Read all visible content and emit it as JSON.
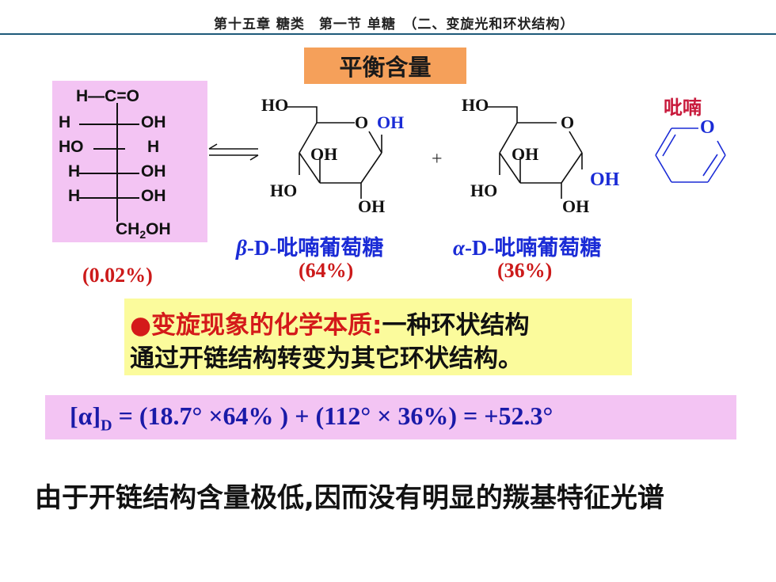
{
  "header": {
    "text": "第十五章 糖类　第一节 单糖　（二、变旋光和环状结构）"
  },
  "title": "平衡含量",
  "chain": {
    "rows": [
      "H—C=O",
      "H",
      "OH",
      "HO",
      "H",
      "H",
      "OH",
      "H",
      "OH",
      "CH2OH"
    ],
    "percent": "(0.02%)"
  },
  "beta": {
    "name_prefix": "β",
    "name_rest": "-D-吡喃葡萄糖",
    "percent": "(64%)",
    "labels": {
      "ho_top": "HO",
      "o_ring": "O",
      "oh_anomeric": "OH",
      "oh_mid": "OH",
      "ho_left": "HO",
      "oh_bottom": "OH"
    }
  },
  "plus": "+",
  "alpha": {
    "name_prefix": "α",
    "name_rest": "-D-吡喃葡萄糖",
    "percent": "(36%)",
    "labels": {
      "ho_top": "HO",
      "o_ring": "O",
      "oh_anomeric": "OH",
      "oh_mid": "OH",
      "ho_left": "HO",
      "oh_bottom": "OH"
    }
  },
  "pyran": {
    "label": "吡喃",
    "o": "O"
  },
  "note": {
    "bullet": "●变旋现象的化学本质:",
    "line1_rest": "一种环状结构",
    "line2": "通过开链结构转变为其它环状结构。"
  },
  "formula": {
    "lhs": "[α]",
    "subscript": "D",
    "rhs": " = (18.7°  ×64% ) + (112°  ×  36%) = +52.3°"
  },
  "footer": "由于开链结构含量极低,因而没有明显的羰基特征光谱",
  "colors": {
    "rule": "#1e5a7a",
    "title_bg": "#f5a05a",
    "chain_bg": "#f3c4f3",
    "note_bg": "#fbfb9c",
    "blue": "#1a2bd6",
    "red": "#cc1a1a"
  }
}
